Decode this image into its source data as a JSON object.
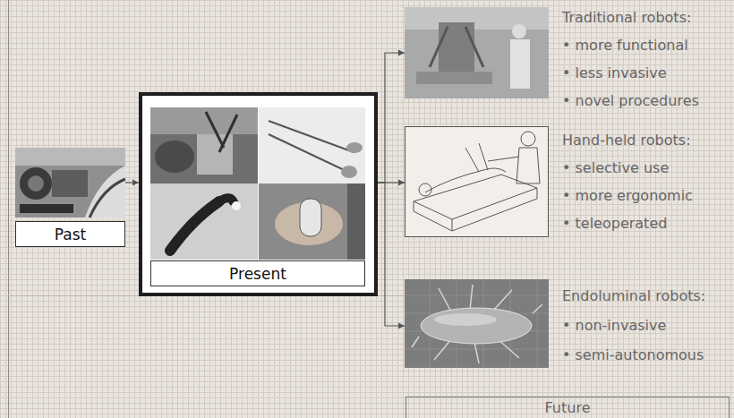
{
  "diagram": {
    "nodes": [
      {
        "text": [
          "Past"
        ]
      },
      {
        "text": [
          "Present"
        ]
      },
      {
        "text": [
          "Traditional robots:",
          "• more functional",
          "• less invasive",
          "• novel procedures"
        ]
      },
      {
        "text": [
          "Hand-held robots:",
          "• selective use",
          "• more ergonomic",
          "• teleoperated"
        ]
      },
      {
        "text": [
          "Endoluminal robots:",
          "• non-invasive",
          "• semi-autonomous"
        ]
      },
      {
        "text": [
          "Future"
        ]
      }
    ],
    "edges": [
      {
        "from": 0,
        "to": 1,
        "arrow": "to"
      },
      {
        "from": 1,
        "to": 2,
        "arrow": "to"
      },
      {
        "from": 1,
        "to": 3,
        "arrow": "to"
      },
      {
        "from": 1,
        "to": 4,
        "arrow": "to"
      }
    ]
  }
}
